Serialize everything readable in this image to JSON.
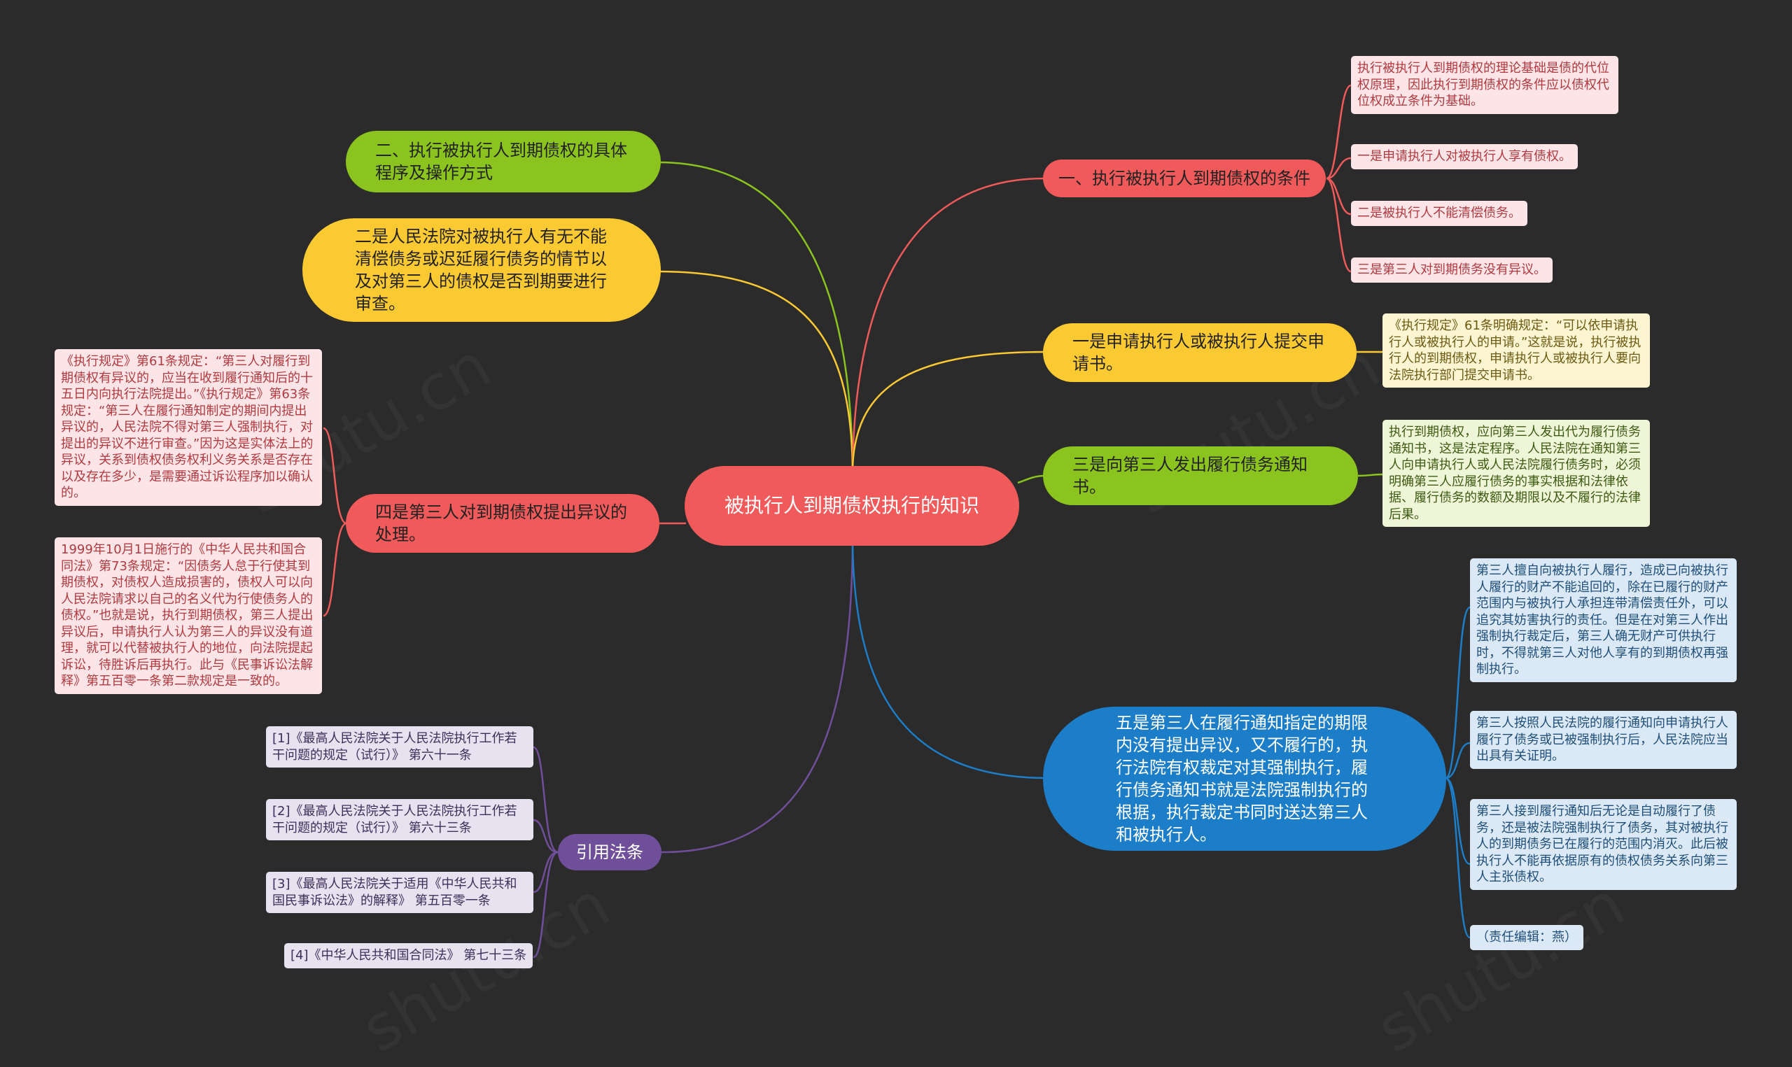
{
  "root": "被执行人到期债权执行的知识",
  "nodes": {
    "conditions": "一、执行被执行人到期债权的条件",
    "procedure": "二、执行被执行人到期债权的具体程序及操作方式",
    "court_review": "二是人民法院对被执行人有无不能清偿债务或迟延履行债务的情节以及对第三人的债权是否到期要进行审查。",
    "apply": "一是申请执行人或被执行人提交申请书。",
    "notice": "三是向第三人发出履行债务通知书。",
    "objection": "四是第三人对到期债权提出异议的处理。",
    "no_objection": "五是第三人在履行通知指定的期限内没有提出异议，又不履行的，执行法院有权裁定对其强制执行，履行债务通知书就是法院强制执行的根据，执行裁定书同时送达第三人和被执行人。",
    "citations": "引用法条"
  },
  "leaves": {
    "cond_theory": "执行被执行人到期债权的理论基础是债的代位权原理，因此执行到期债权的条件应以债权代位权成立条件为基础。",
    "cond_1": "一是申请执行人对被执行人享有债权。",
    "cond_2": "二是被执行人不能清偿债务。",
    "cond_3": "三是第三人对到期债务没有异议。",
    "apply_detail": "《执行规定》61条明确规定：“可以依申请执行人或被执行人的申请。”这就是说，执行被执行人的到期债权，申请执行人或被执行人要向法院执行部门提交申请书。",
    "notice_detail": "执行到期债权，应向第三人发出代为履行债务通知书，这是法定程序。人民法院在通知第三人向申请执行人或人民法院履行债务时，必须明确第三人应履行债务的事实根据和法律依据、履行债务的数额及期限以及不履行的法律后果。",
    "obj_1": "《执行规定》第61条规定：“第三人对履行到期债权有异议的，应当在收到履行通知后的十五日内向执行法院提出。”《执行规定》第63条规定：“第三人在履行通知制定的期间内提出异议的，人民法院不得对第三人强制执行，对提出的异议不进行审查。”因为这是实体法上的异议，关系到债权债务权利义务关系是否存在以及存在多少，是需要通过诉讼程序加以确认的。",
    "obj_2": "1999年10月1日施行的《中华人民共和国合同法》第73条规定：“因债务人怠于行使其到期债权，对债权人造成损害的，债权人可以向人民法院请求以自己的名义代为行使债务人的债权。”也就是说，执行到期债权，第三人提出异议后，申请执行人认为第三人的异议没有道理，就可以代替被执行人的地位，向法院提起诉讼，待胜诉后再执行。此与《民事诉讼法解释》第五百零一条第二款规定是一致的。",
    "five_1": "第三人擅自向被执行人履行，造成已向被执行人履行的财产不能追回的，除在已履行的财产范围内与被执行人承担连带清偿责任外，可以追究其妨害执行的责任。但是在对第三人作出强制执行裁定后，第三人确无财产可供执行时，不得就第三人对他人享有的到期债权再强制执行。",
    "five_2": "第三人按照人民法院的履行通知向申请执行人履行了债务或已被强制执行后，人民法院应当出具有关证明。",
    "five_3": "第三人接到履行通知后无论是自动履行了债务，还是被法院强制执行了债务，其对被执行人的到期债务已在履行的范围内消灭。此后被执行人不能再依据原有的债权债务关系向第三人主张债权。",
    "editor": "（责任编辑：燕）",
    "cite_1": "[1]《最高人民法院关于人民法院执行工作若干问题的规定（试行）》 第六十一条",
    "cite_2": "[2]《最高人民法院关于人民法院执行工作若干问题的规定（试行）》 第六十三条",
    "cite_3": "[3]《最高人民法院关于适用《中华人民共和国民事诉讼法》的解释》 第五百零一条",
    "cite_4": "[4]《中华人民共和国合同法》 第七十三条"
  },
  "colors": {
    "background": "#2b2b2b",
    "red": "#f05a5a",
    "green": "#8bc41e",
    "yellow": "#fbc932",
    "blue": "#1c7dc8",
    "purple": "#6f4f99"
  }
}
